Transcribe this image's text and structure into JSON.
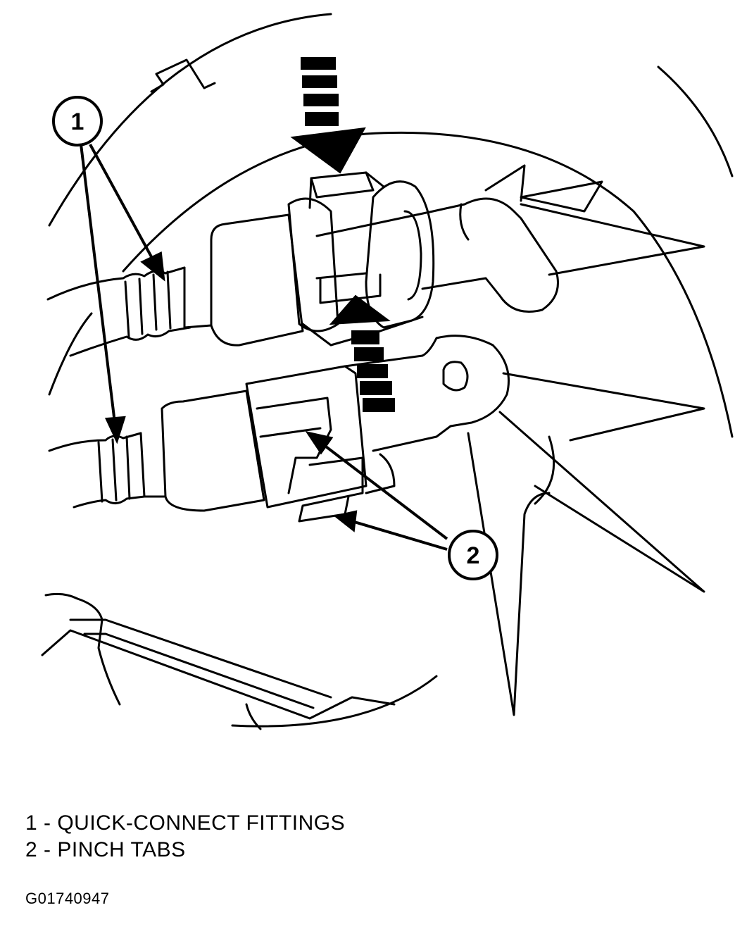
{
  "callouts": [
    {
      "number": "1"
    },
    {
      "number": "2"
    }
  ],
  "legend": [
    {
      "text": "1 - QUICK-CONNECT FITTINGS"
    },
    {
      "text": "2 - PINCH TABS"
    }
  ],
  "figure_id": "G01740947",
  "colors": {
    "line": "#000000",
    "background": "#ffffff"
  }
}
